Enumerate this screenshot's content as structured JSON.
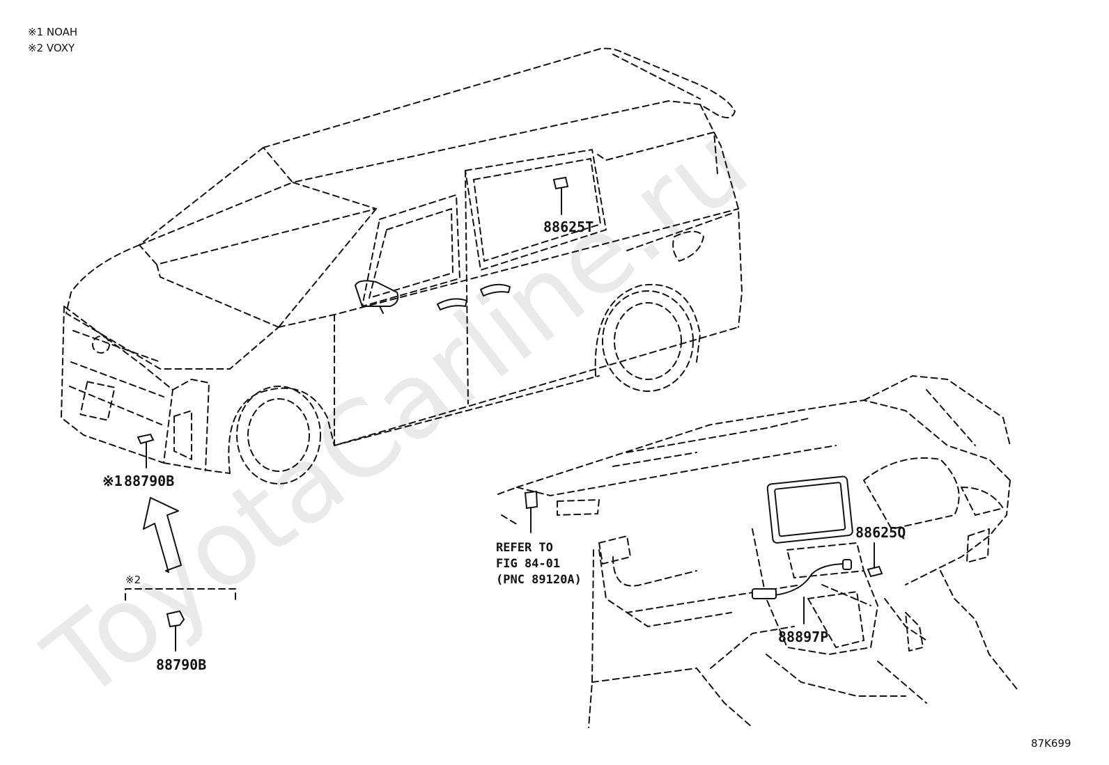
{
  "legend": {
    "item1": "※1 NOAH",
    "item2": "※2 VOXY"
  },
  "watermark": "ToyotaCarline.ru",
  "parts": {
    "p88625T": "88625T",
    "p88790B_marked": "88790B",
    "p88790B_marked_prefix": "※1",
    "p88790B_detail": "88790B",
    "p88790B_detail_prefix": "※2",
    "p88625Q": "88625Q",
    "p88897P": "88897P"
  },
  "refer": {
    "line1": "REFER TO",
    "line2": "FIG 84-01",
    "line3": "(PNC 89120A)"
  },
  "figure_code": "87K699"
}
